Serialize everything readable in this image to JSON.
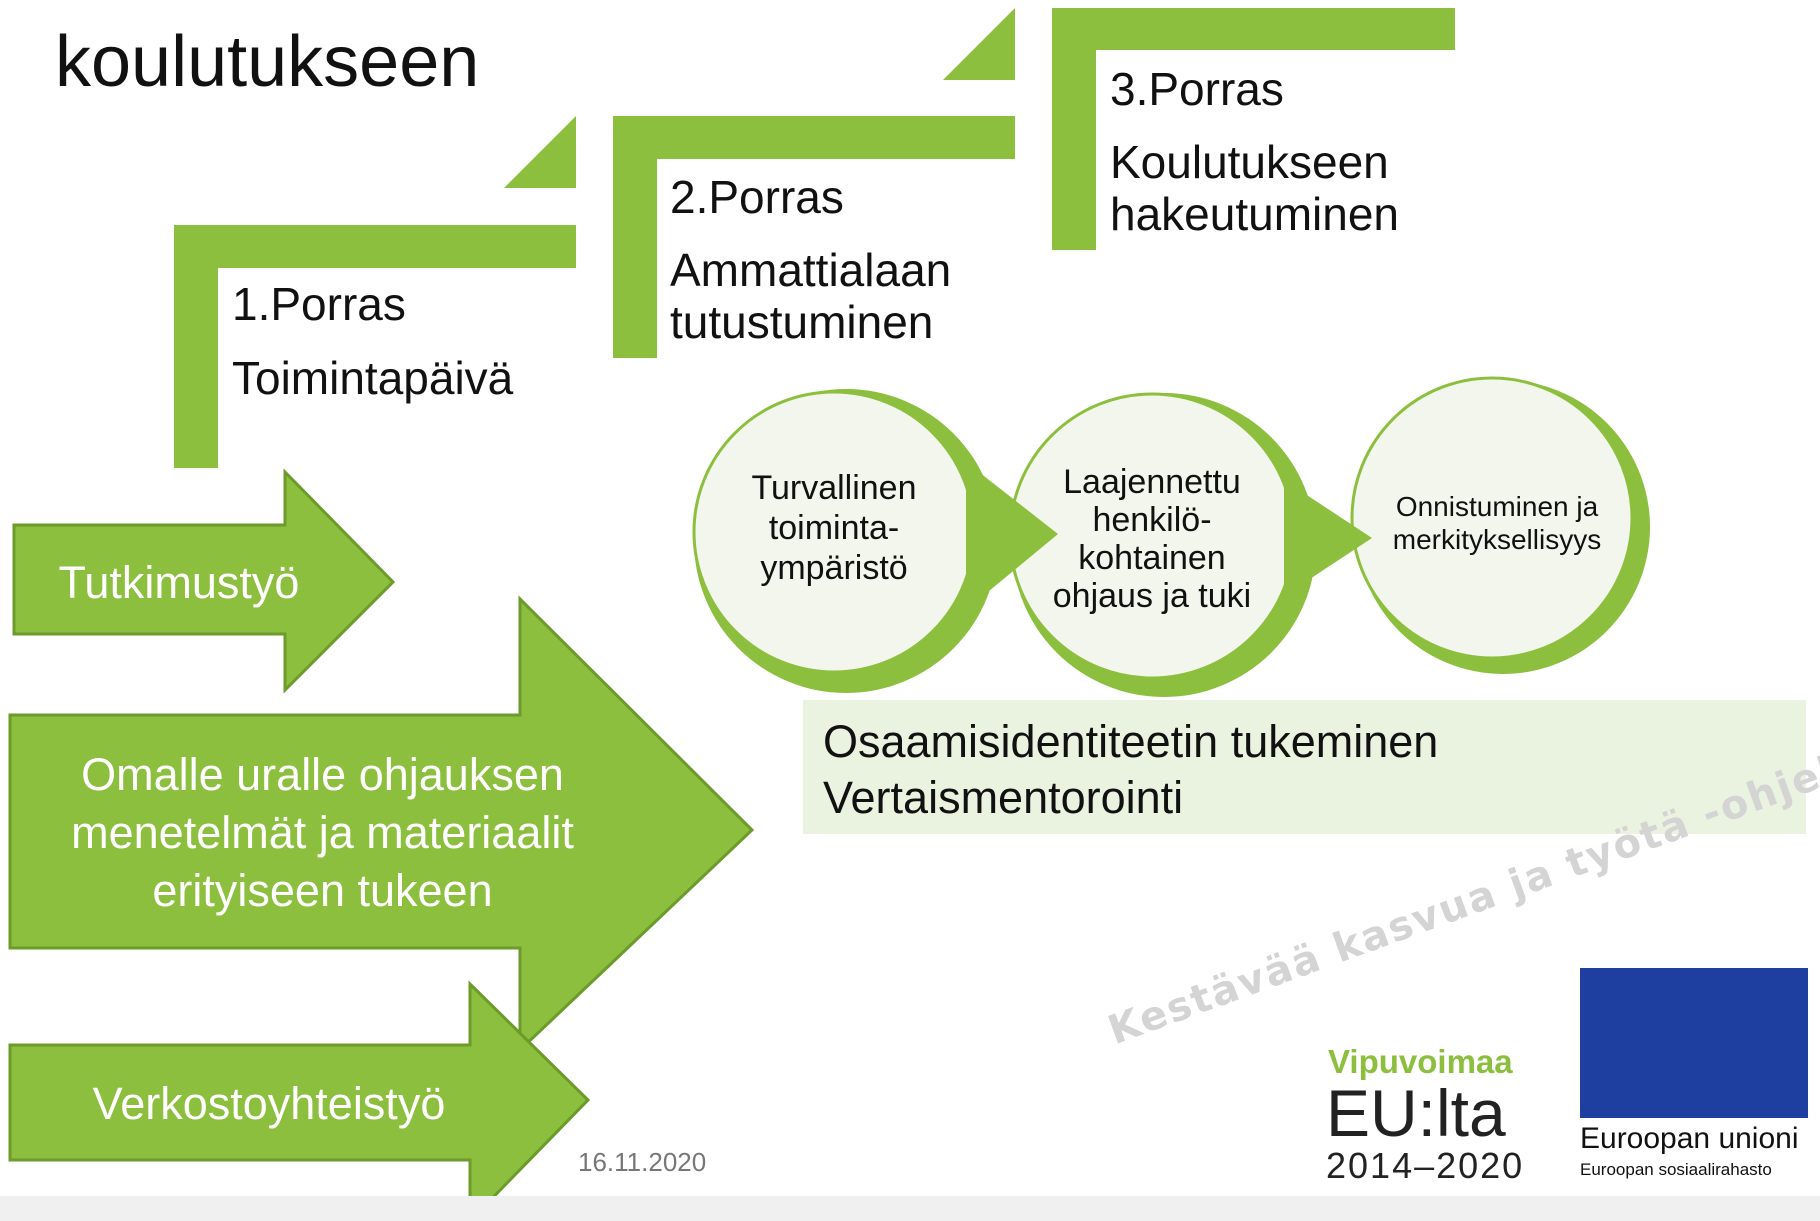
{
  "title": {
    "line1": "koulutukseen"
  },
  "steps": [
    {
      "number": "1.Porras",
      "label_lines": [
        "Toimintapäivä"
      ]
    },
    {
      "number": "2.Porras",
      "label_lines": [
        "Ammattialaan",
        "tutustuminen"
      ]
    },
    {
      "number": "3.Porras",
      "label_lines": [
        "Koulutukseen",
        "hakeutuminen"
      ]
    }
  ],
  "arrows": [
    {
      "lines": [
        "Tutkimustyö"
      ]
    },
    {
      "lines": [
        "Omalle uralle ohjauksen",
        "menetelmät ja materiaalit",
        "erityiseen tukeen"
      ]
    },
    {
      "lines": [
        "Verkostoyhteistyö"
      ]
    }
  ],
  "circles": [
    {
      "lines": [
        "Turvallinen",
        "toiminta-",
        "ympäristö"
      ]
    },
    {
      "lines": [
        "Laajennettu",
        "henkilö-",
        "kohtainen",
        "ohjaus ja tuki"
      ]
    },
    {
      "lines": [
        "Onnistuminen ja",
        "merkityksellisyys"
      ]
    }
  ],
  "support": {
    "lines": [
      "Osaamisidentiteetin tukeminen",
      "Vertaismentorointi"
    ]
  },
  "date": "16.11.2020",
  "tagline": "Kestävää kasvua ja työtä -ohjelma",
  "vipuvoimaa": {
    "heading": "Vipuvoimaa",
    "main": "EU:lta",
    "years": "2014–2020"
  },
  "eu": {
    "name": "Euroopan unioni",
    "fund": "Euroopan sosiaalirahasto"
  },
  "colors": {
    "green": "#8bbf3d",
    "green_dark": "#6c9a2b",
    "circle_fill": "#f2f6ec",
    "support_bg": "#eaf2e0",
    "eu_blue": "#1f3fa0",
    "eu_star": "#ffd500"
  }
}
